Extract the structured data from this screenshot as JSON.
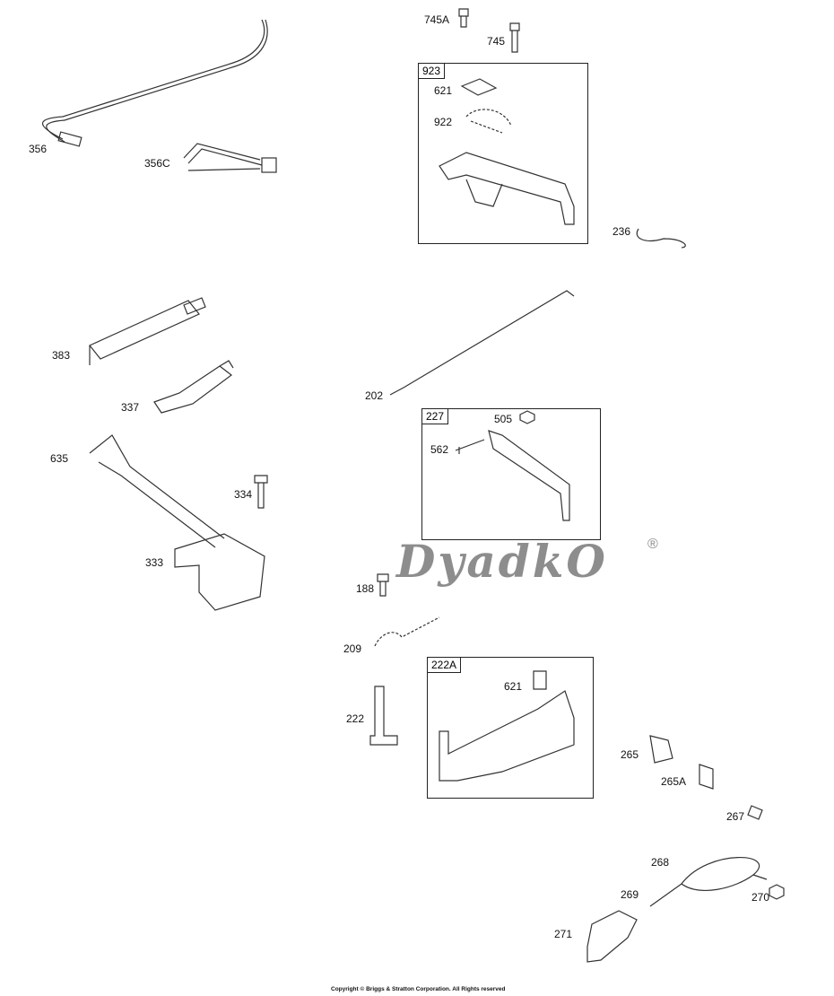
{
  "callouts": {
    "p356": "356",
    "p356c": "356C",
    "p745a": "745A",
    "p745": "745",
    "p621a": "621",
    "p922": "922",
    "p236": "236",
    "p383": "383",
    "p337": "337",
    "p202": "202",
    "p505": "505",
    "p562": "562",
    "p635": "635",
    "p334": "334",
    "p333": "333",
    "p188": "188",
    "p209": "209",
    "p621b": "621",
    "p222": "222",
    "p265": "265",
    "p265a": "265A",
    "p267": "267",
    "p268": "268",
    "p269": "269",
    "p270": "270",
    "p271": "271"
  },
  "groups": {
    "g923": "923",
    "g227": "227",
    "g222a": "222A"
  },
  "watermark": {
    "text": "DyadkO",
    "mark": "®"
  },
  "copyright": "Copyright © Briggs & Stratton Corporation. All Rights reserved"
}
